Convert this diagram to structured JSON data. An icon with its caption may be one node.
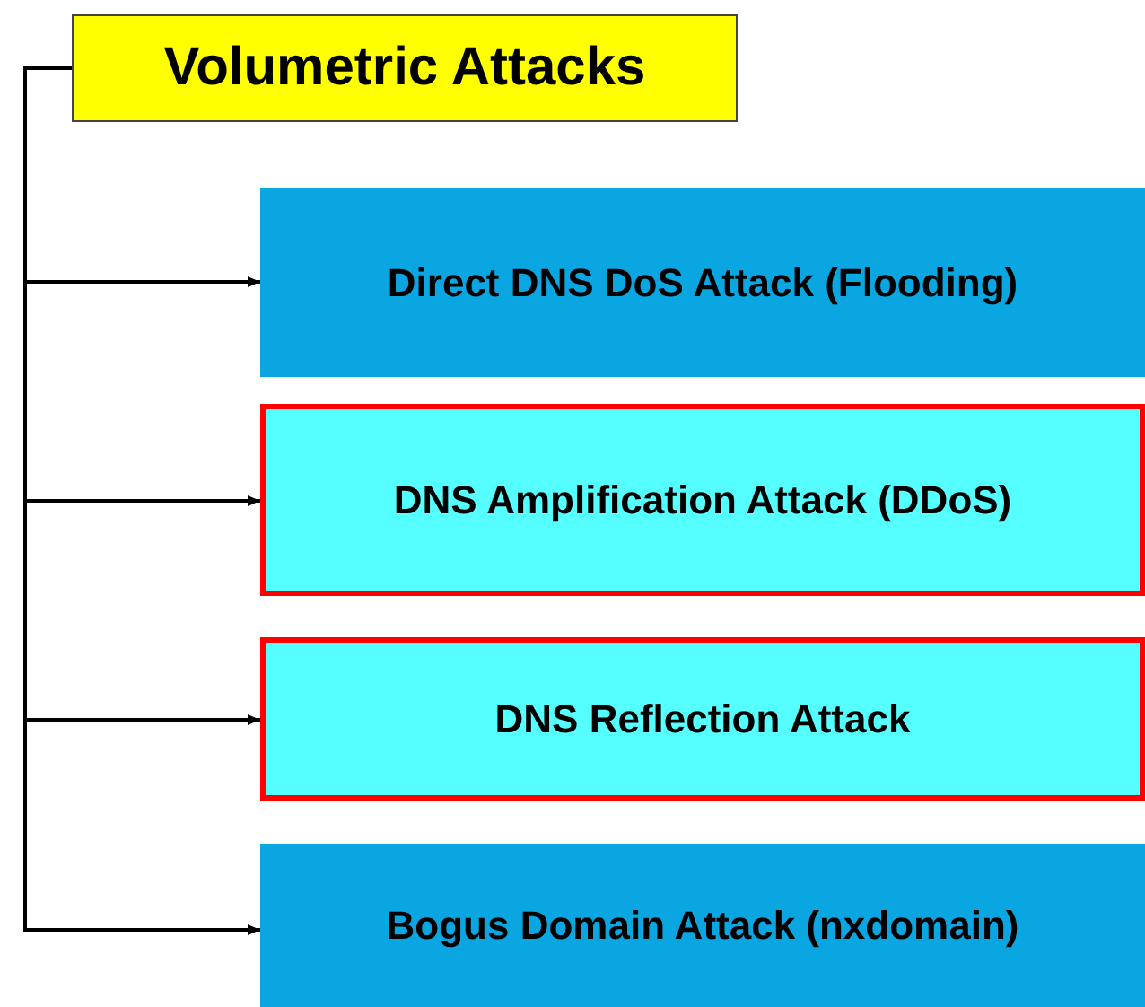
{
  "diagram": {
    "nodes": [
      {
        "text": [
          "Volumetric Attacks"
        ]
      },
      {
        "text": [
          "Direct DNS DoS Attack (Flooding)"
        ]
      },
      {
        "text": [
          "DNS Amplification Attack (DDoS)"
        ]
      },
      {
        "text": [
          "DNS Reflection Attack"
        ]
      },
      {
        "text": [
          "Bogus Domain Attack (nxdomain)"
        ]
      }
    ],
    "edges": [
      {
        "from": 0,
        "to": 1,
        "arrow": "to"
      },
      {
        "from": 0,
        "to": 2,
        "arrow": "to"
      },
      {
        "from": 0,
        "to": 3,
        "arrow": "to"
      },
      {
        "from": 0,
        "to": 4,
        "arrow": "to"
      }
    ]
  }
}
